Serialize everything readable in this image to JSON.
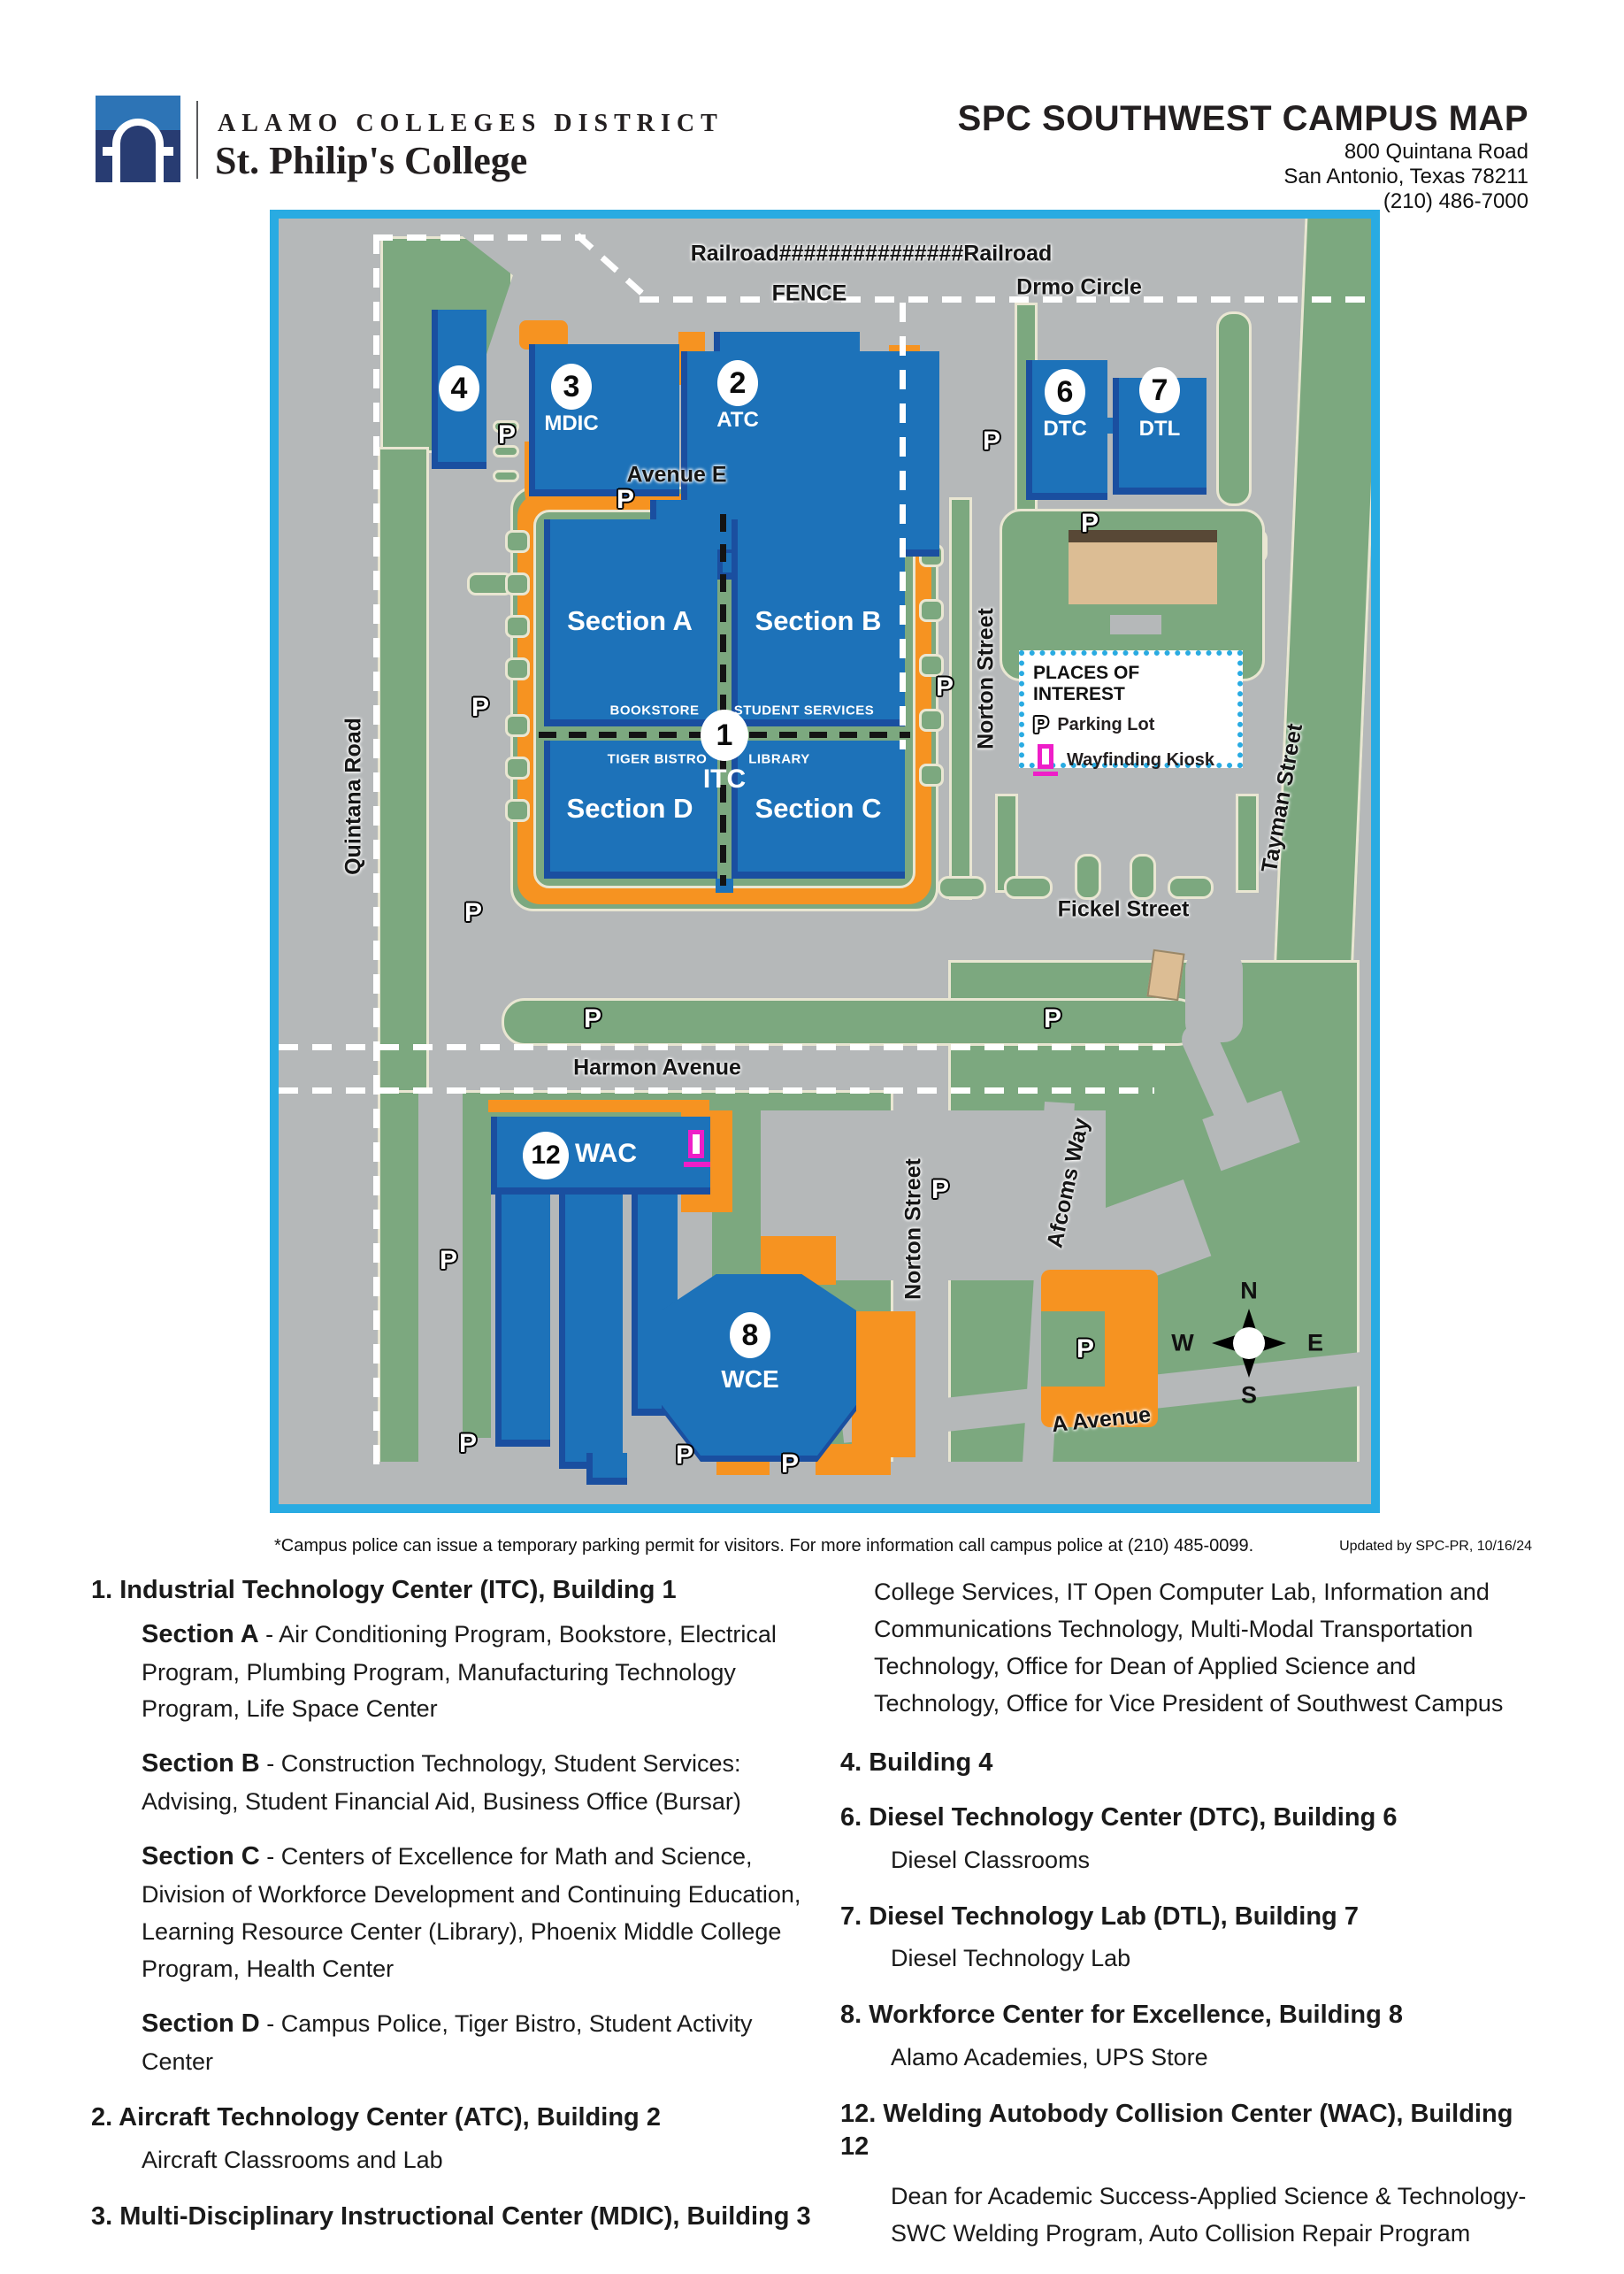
{
  "header": {
    "district": "ALAMO COLLEGES DISTRICT",
    "college": "St. Philip's College",
    "map_title": "SPC SOUTHWEST CAMPUS MAP",
    "address": "800 Quintana Road",
    "city": "San Antonio, Texas 78211",
    "phone": "(210) 486-7000"
  },
  "map": {
    "railroad": "Railroad###############Railroad",
    "fence": "FENCE",
    "drmo": "Drmo Circle",
    "avenue_e": "Avenue E",
    "quintana": "Quintana Road",
    "norton_upper": "Norton Street",
    "norton_lower": "Norton Street",
    "tayman": "Tayman Street",
    "fickel": "Fickel Street",
    "harmon": "Harmon Avenue",
    "afcoms": "Afcoms Way",
    "a_avenue": "A Avenue",
    "p": "P",
    "buildings": {
      "b4": {
        "num": "4"
      },
      "b3": {
        "num": "3",
        "code": "MDIC"
      },
      "b2": {
        "num": "2",
        "code": "ATC"
      },
      "b6": {
        "num": "6",
        "code": "DTC"
      },
      "b7": {
        "num": "7",
        "code": "DTL"
      },
      "b1": {
        "num": "1",
        "code": "ITC",
        "section_a": "Section A",
        "section_b": "Section B",
        "section_c": "Section C",
        "section_d": "Section D",
        "bookstore": "BOOKSTORE",
        "student_services": "STUDENT SERVICES",
        "tiger_bistro": "TIGER BISTRO",
        "library": "LIBRARY"
      },
      "b12": {
        "num": "12",
        "code": "WAC"
      },
      "b8": {
        "num": "8",
        "code": "WCE"
      }
    },
    "legend": {
      "title": "PLACES OF INTEREST",
      "parking": "Parking Lot",
      "kiosk": "Wayfinding Kiosk"
    },
    "compass": {
      "n": "N",
      "s": "S",
      "e": "E",
      "w": "W"
    },
    "footnote": "*Campus police can issue a temporary parking permit for visitors. For more information call campus police at (210) 485-0099.",
    "updated": "Updated by SPC-PR, 10/16/24"
  },
  "directory": {
    "left": [
      {
        "title": "1. Industrial Technology Center (ITC), Building 1",
        "sections": [
          {
            "name": "Section A",
            "desc": " - Air Conditioning Program, Bookstore, Electrical Program, Plumbing Program, Manufacturing Technology Program, Life Space Center"
          },
          {
            "name": "Section B",
            "desc": " - Construction Technology, Student Services: Advising, Student Financial Aid, Business Office (Bursar)"
          },
          {
            "name": "Section C",
            "desc": " - Centers of Excellence for Math and Science, Division of Workforce Development and Continuing Education, Learning Resource Center (Library), Phoenix Middle College Program, Health Center"
          },
          {
            "name": "Section D",
            "desc": " - Campus Police, Tiger Bistro, Student Activity Center"
          }
        ]
      },
      {
        "title": "2. Aircraft Technology Center (ATC), Building 2",
        "desc": "Aircraft Classrooms and Lab"
      },
      {
        "title": "3. Multi-Disciplinary Instructional Center (MDIC), Building 3"
      }
    ],
    "right": {
      "cont": "College Services, IT Open Computer Lab, Information and Communications Technology, Multi-Modal Transportation Technology, Office for Dean of Applied Science and Technology, Office for Vice President of Southwest Campus",
      "items": [
        {
          "title": "4. Building 4",
          "desc": ""
        },
        {
          "title": "6. Diesel Technology Center (DTC), Building 6",
          "desc": "Diesel Classrooms"
        },
        {
          "title": "7. Diesel Technology Lab (DTL), Building 7",
          "desc": "Diesel Technology Lab"
        },
        {
          "title": "8. Workforce Center for Excellence, Building 8",
          "desc": "Alamo Academies, UPS Store"
        },
        {
          "title": "12. Welding Autobody Collision Center (WAC), Building 12",
          "desc": "Dean for Academic Success-Applied Science & Technology-SWC Welding Program, Auto Collision Repair Program"
        }
      ]
    }
  },
  "colors": {
    "map_border": "#29abe2",
    "building_blue": "#1d72b9",
    "building_shadow": "#1a4fa0",
    "orange": "#f69321",
    "green": "#7ca87f",
    "gray": "#b5b8b9",
    "tan": "#dcbd94",
    "magenta": "#ee1ec8"
  }
}
